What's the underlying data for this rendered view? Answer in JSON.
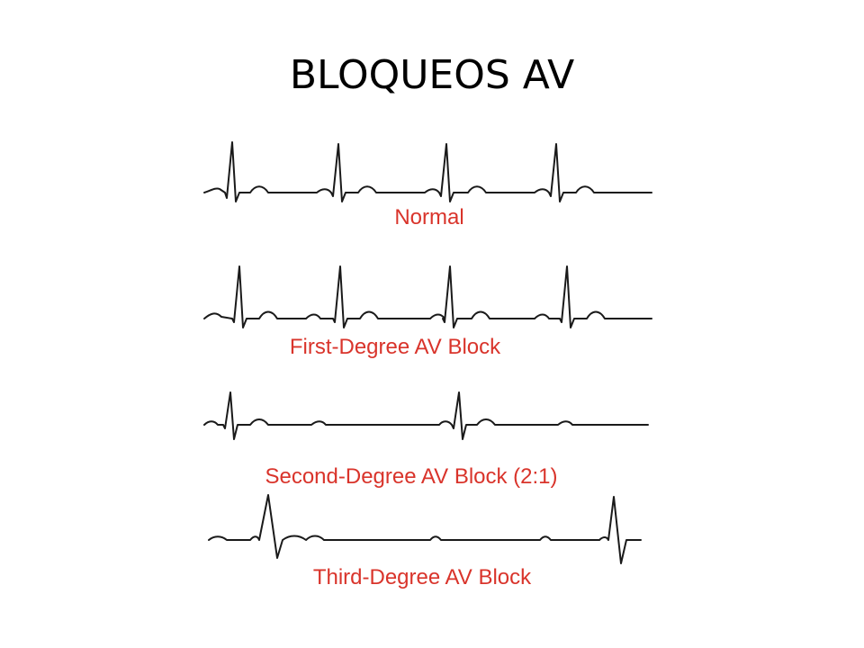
{
  "slide": {
    "title": "BLOQUEOS AV"
  },
  "colors": {
    "trace": "#1a1a1a",
    "label": "#d9342b"
  },
  "strips": [
    {
      "label": "Normal"
    },
    {
      "label": "First-Degree AV Block"
    },
    {
      "label": "Second-Degree AV Block (2:1)"
    },
    {
      "label": "Third-Degree AV Block"
    }
  ]
}
